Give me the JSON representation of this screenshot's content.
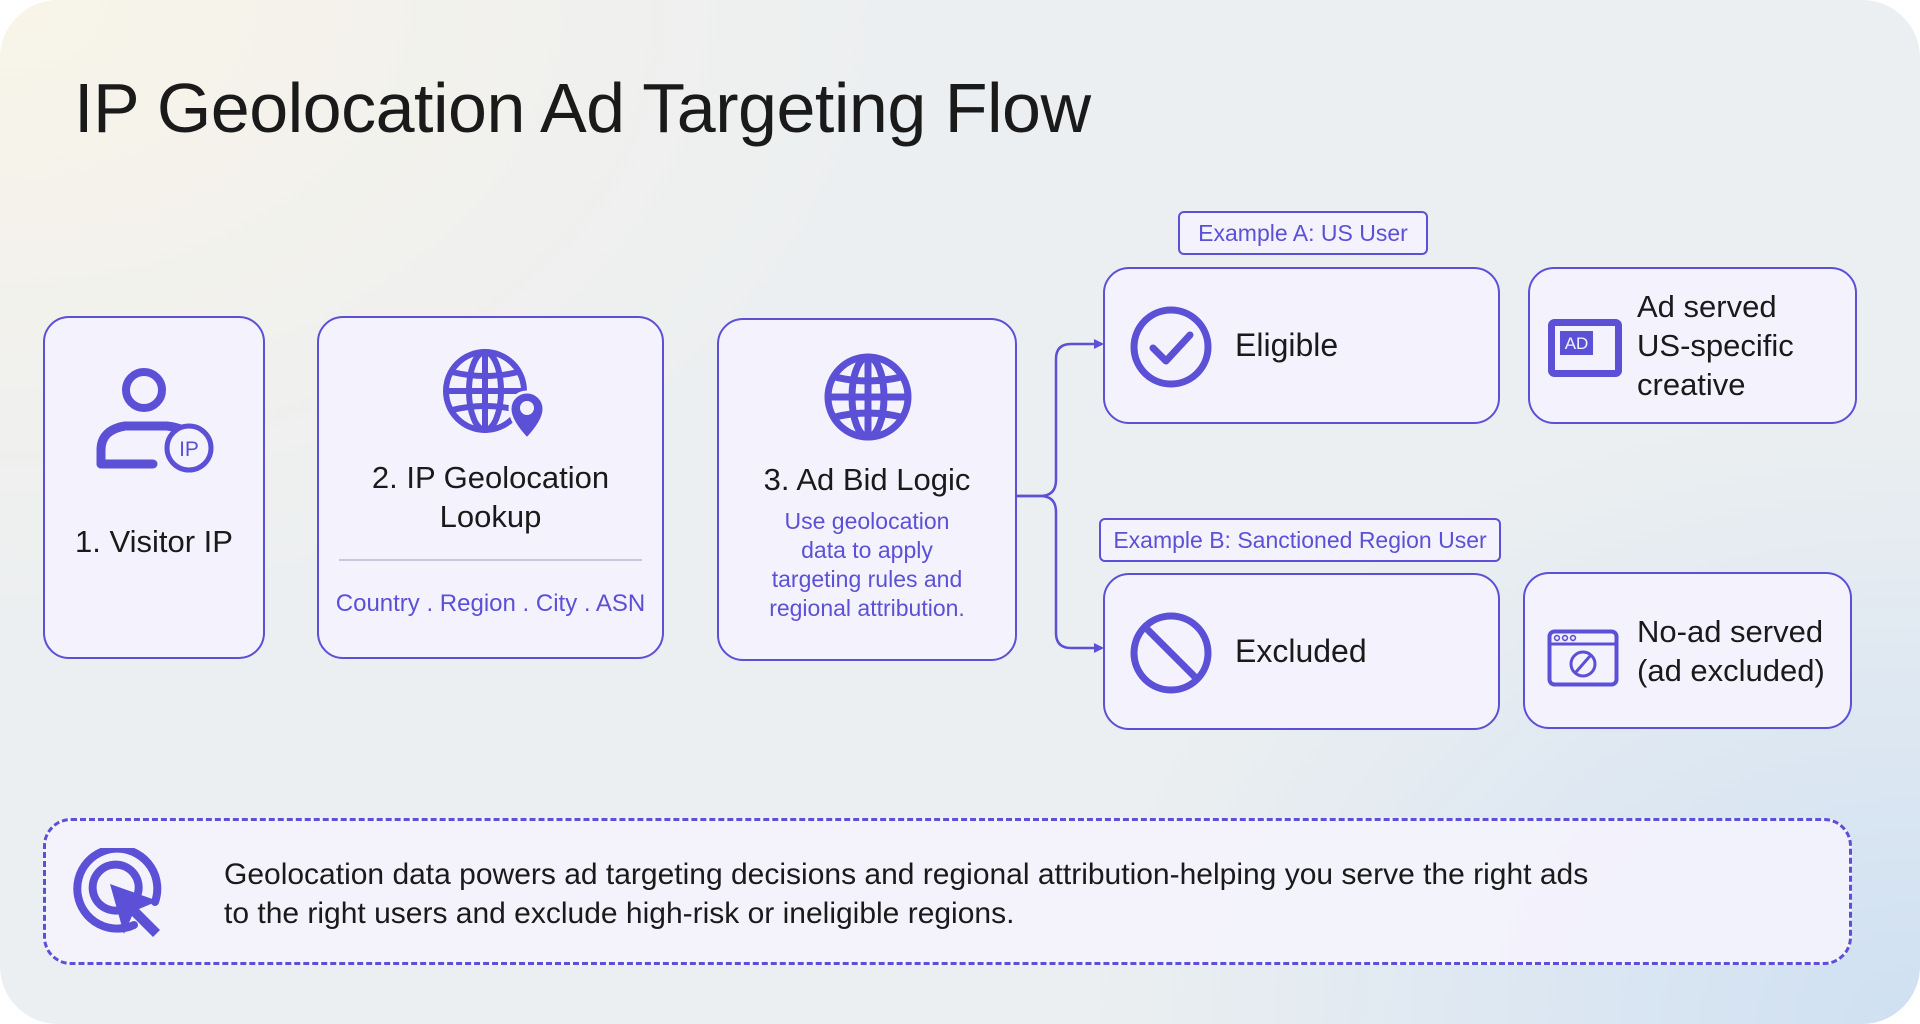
{
  "title": "IP Geolocation Ad Targeting Flow",
  "colors": {
    "accent": "#5b50d6",
    "text": "#1a1a1a",
    "card_bg": "#f4f3fd"
  },
  "steps": [
    {
      "label": "1. Visitor IP",
      "icon": "user-ip-icon",
      "badge": "IP"
    },
    {
      "label_lines": [
        "2. IP Geolocation",
        "Lookup"
      ],
      "icon": "globe-pin-icon",
      "fields": "Country . Region . City . ASN"
    },
    {
      "label": "3. Ad Bid Logic",
      "icon": "globe-icon",
      "desc_lines": [
        "Use geolocation",
        "data to apply",
        "targeting rules and",
        "regional attribution."
      ]
    }
  ],
  "examples": [
    {
      "tag": "Example A: US User",
      "status": "Eligible",
      "status_icon": "check-circle-icon",
      "outcome_icon": "ad-badge-icon",
      "outcome_badge": "AD",
      "outcome_lines": [
        "Ad served",
        "US-specific",
        "creative"
      ]
    },
    {
      "tag": "Example B: Sanctioned Region User",
      "status": "Excluded",
      "status_icon": "blocked-icon",
      "outcome_icon": "browser-blocked-icon",
      "outcome_lines": [
        "No-ad served",
        "(ad excluded)"
      ]
    }
  ],
  "footer": {
    "icon": "target-cursor-icon",
    "lines": [
      "Geolocation data powers ad targeting decisions and regional attribution-helping you serve the right ads",
      "to the right users and exclude high-risk or ineligible regions."
    ]
  }
}
